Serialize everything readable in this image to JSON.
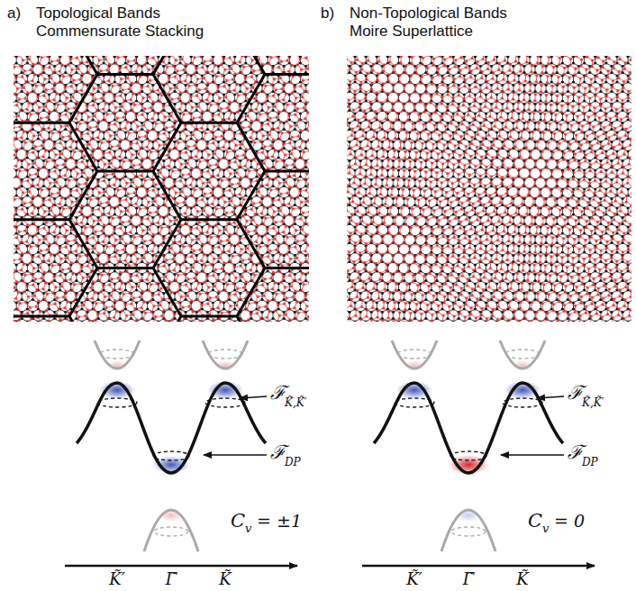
{
  "diagram": {
    "labels": [
      "a)",
      "Topological Bands",
      "Commensurate Stacking",
      "b)",
      "Non-Topological Bands",
      "Moire Superlattice",
      "ℱ",
      "K̃,K̃′",
      "ℱ",
      "DP",
      "C",
      "v",
      "= ±1",
      "K̃′",
      "Γ̃",
      "K̃",
      "ℱ",
      "K̃,K̃′",
      "ℱ",
      "DP",
      "C",
      "v",
      "= 0",
      "K̃′",
      "Γ̃",
      "K̃"
    ]
  }
}
